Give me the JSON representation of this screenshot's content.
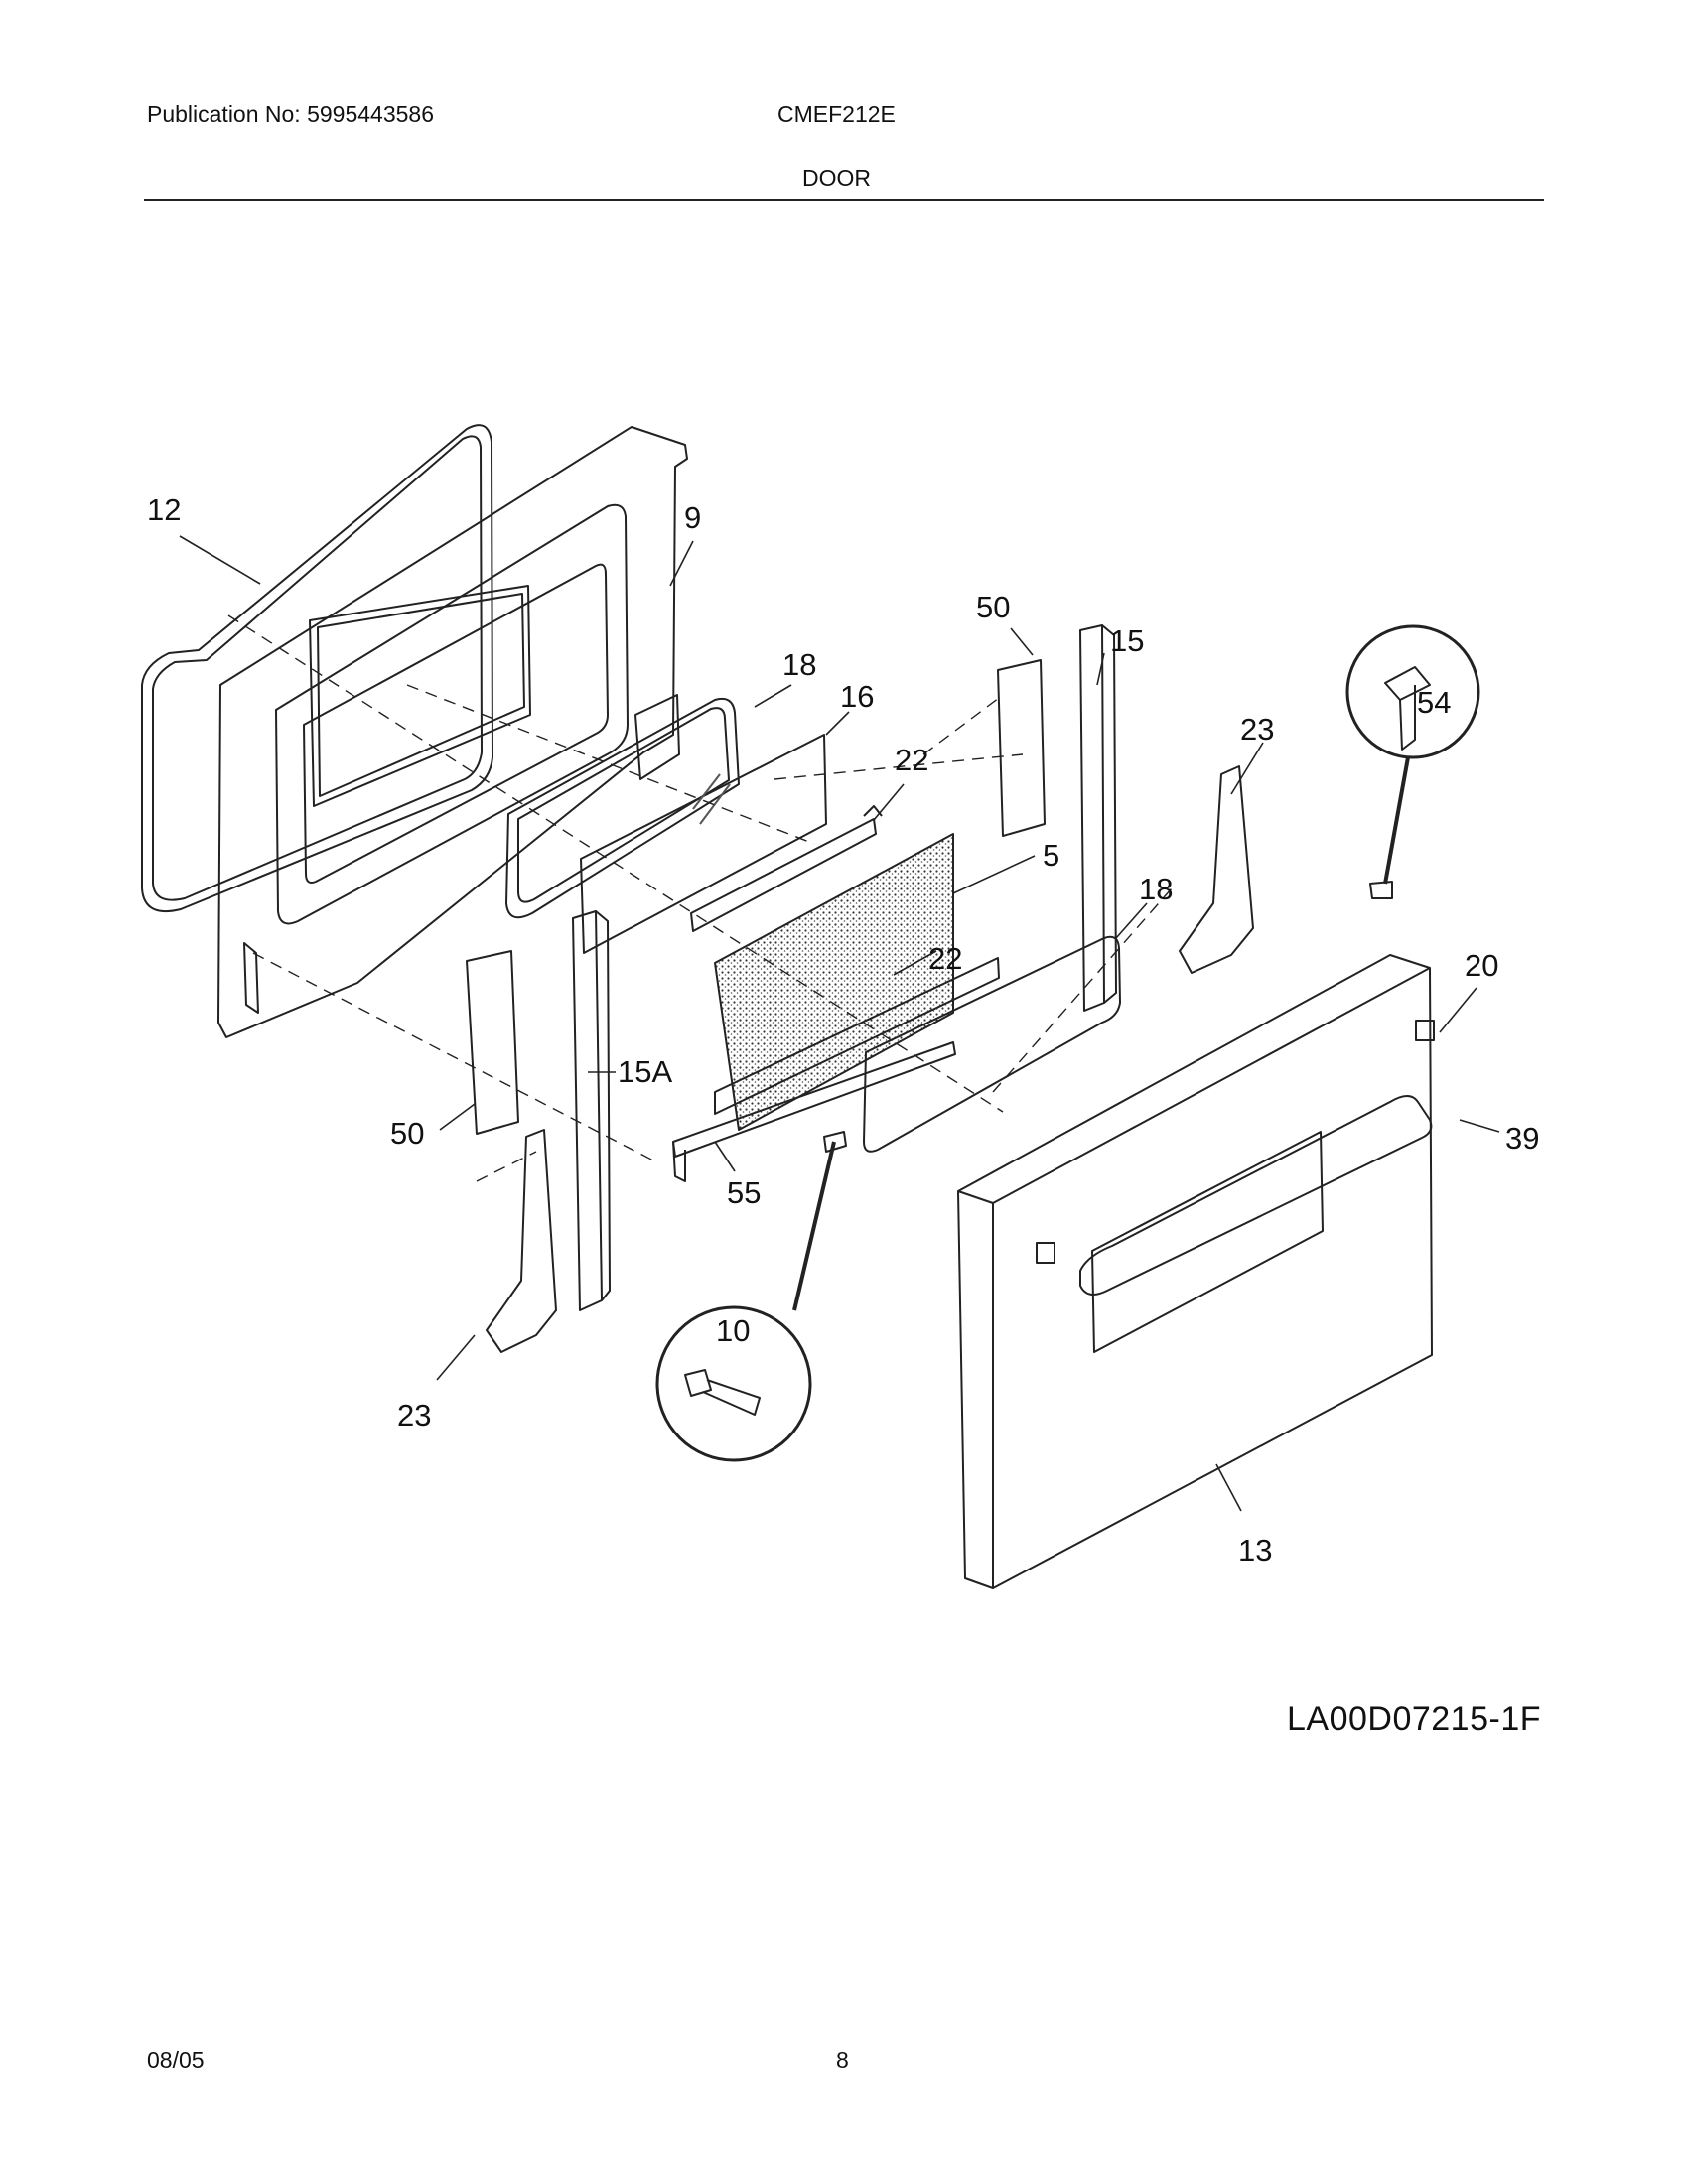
{
  "header": {
    "publication": "Publication No: 5995443586",
    "model": "CMEF212E",
    "section": "DOOR"
  },
  "callouts": [
    "12",
    "9",
    "50",
    "15",
    "18",
    "16",
    "22",
    "5",
    "23",
    "54",
    "18",
    "22",
    "20",
    "15A",
    "50",
    "55",
    "39",
    "10",
    "23",
    "13"
  ],
  "drawing_code": "LA00D07215-1F",
  "footer": {
    "date": "08/05",
    "page": "8"
  }
}
